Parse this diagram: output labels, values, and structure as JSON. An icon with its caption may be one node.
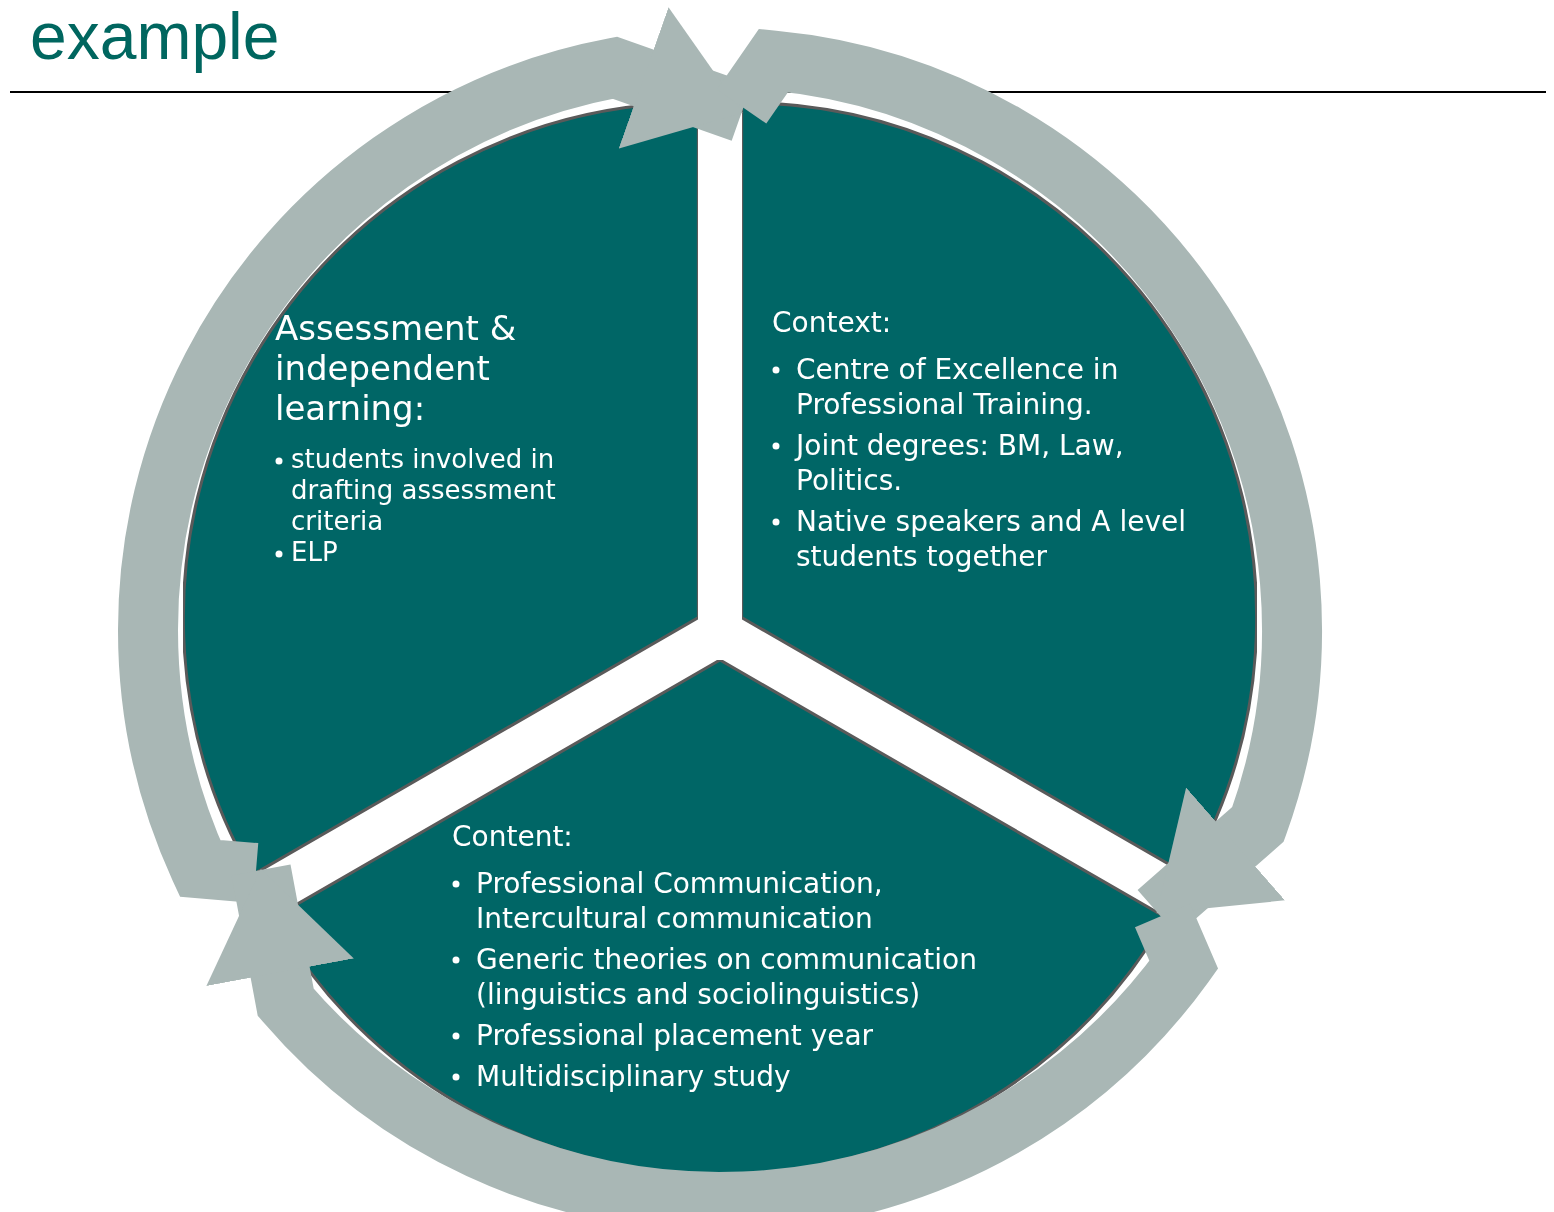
{
  "diagram": {
    "title": "example",
    "nodes": [
      {
        "text": [
          "Assessment & independent learning:",
          "students involved in drafting assessment criteria",
          "ELP"
        ]
      },
      {
        "text": [
          "Context:",
          "Centre of Excellence in Professional Training.",
          "Joint degrees: BM, Law, Politics.",
          "Native speakers and A level students together"
        ]
      },
      {
        "text": [
          "Content:",
          "Professional Communication, Intercultural communication",
          "Generic theories on communication (linguistics and sociolinguistics)",
          "Professional placement year",
          "Multidisciplinary study"
        ]
      }
    ],
    "edges": [
      {
        "from": 0,
        "to": 1,
        "arrow": "to"
      },
      {
        "from": 1,
        "to": 2,
        "arrow": "to"
      },
      {
        "from": 2,
        "to": 0,
        "arrow": "to"
      }
    ]
  }
}
